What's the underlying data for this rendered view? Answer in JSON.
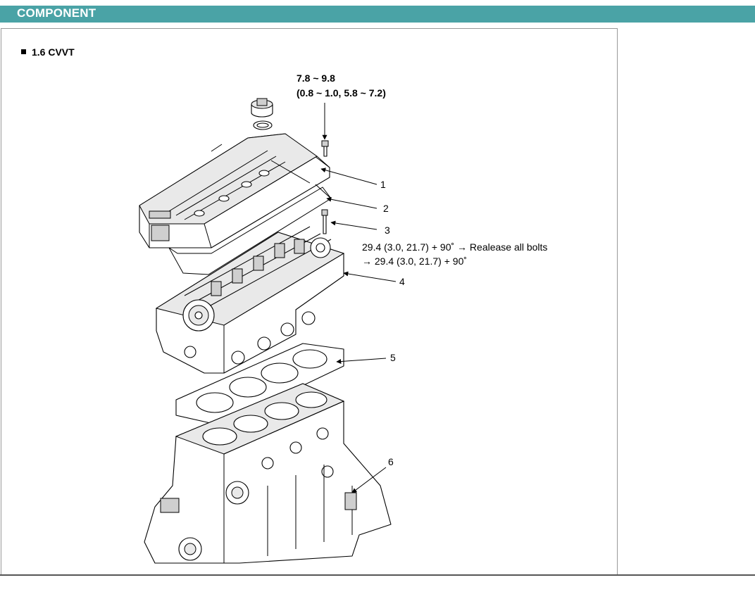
{
  "header": {
    "title": "COMPONENT"
  },
  "section": {
    "title": "1.6 CVVT"
  },
  "torque_top": {
    "line1": "7.8 ~ 9.8",
    "line2": "(0.8 ~ 1.0, 5.8 ~ 7.2)"
  },
  "torque_bolt": {
    "line1": "29.4 (3.0, 21.7) + 90˚ → Realease all bolts",
    "line2": "→ 29.4 (3.0, 21.7) + 90˚"
  },
  "callouts": [
    "1",
    "2",
    "3",
    "4",
    "5",
    "6"
  ],
  "parts": [
    "oil-filler-cap",
    "cylinder-head-cover",
    "cover-gasket",
    "head-bolt",
    "cylinder-head",
    "head-gasket",
    "cylinder-block"
  ]
}
